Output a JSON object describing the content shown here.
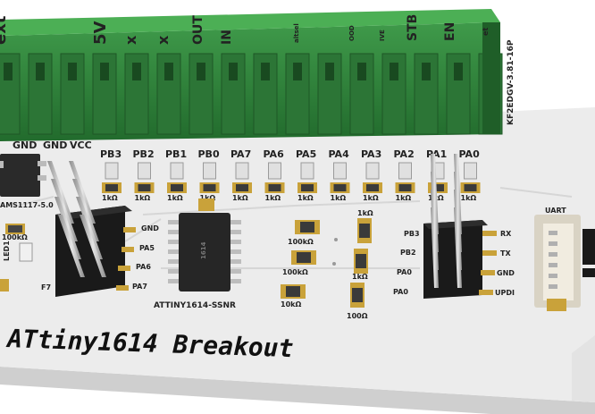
{
  "board": {
    "title": "ATtiny1614 Breakout",
    "terminal_block_label": "KF2EDGV-3.81-16P",
    "header_labels": [
      "ext",
      "5V",
      "x",
      "x",
      "OUT",
      "IN",
      "altsel",
      "OOD",
      "IVE",
      "STB",
      "EN",
      "et"
    ],
    "pin_labels": [
      "PB3",
      "PB2",
      "PB1",
      "PB0",
      "PA7",
      "PA6",
      "PA5",
      "PA4",
      "PA3",
      "PA2",
      "PA1",
      "PA0"
    ],
    "led_resistor_label": "1kΩ",
    "power_labels": [
      "GND",
      "GND",
      "VCC"
    ],
    "regulator_label": "AMS1117-5.0",
    "chip_label": "ATTINY1614-SSNR",
    "left_header_labels": [
      "GND",
      "PA5",
      "PA6",
      "PA7"
    ],
    "left_labels": [
      "LED1",
      "F7",
      "100kΩ"
    ],
    "middle_resistor_labels": [
      "100kΩ",
      "100kΩ",
      "10kΩ",
      "1kΩ",
      "1kΩ",
      "100Ω"
    ],
    "prog_header_left_labels": [
      "PB3",
      "PB2",
      "PA0",
      "PA0"
    ],
    "prog_header_right_labels": [
      "RX",
      "TX",
      "GND",
      "UPDI"
    ],
    "connector_label": "UART"
  },
  "colors": {
    "pcb": "#ececec",
    "pcb_edge": "#c9c9c9",
    "terminal_green": "#2f7a3a",
    "header_black": "#1a1a1a",
    "pad_gold": "#c9a23a",
    "pin_silver": "#b5b5b5"
  }
}
